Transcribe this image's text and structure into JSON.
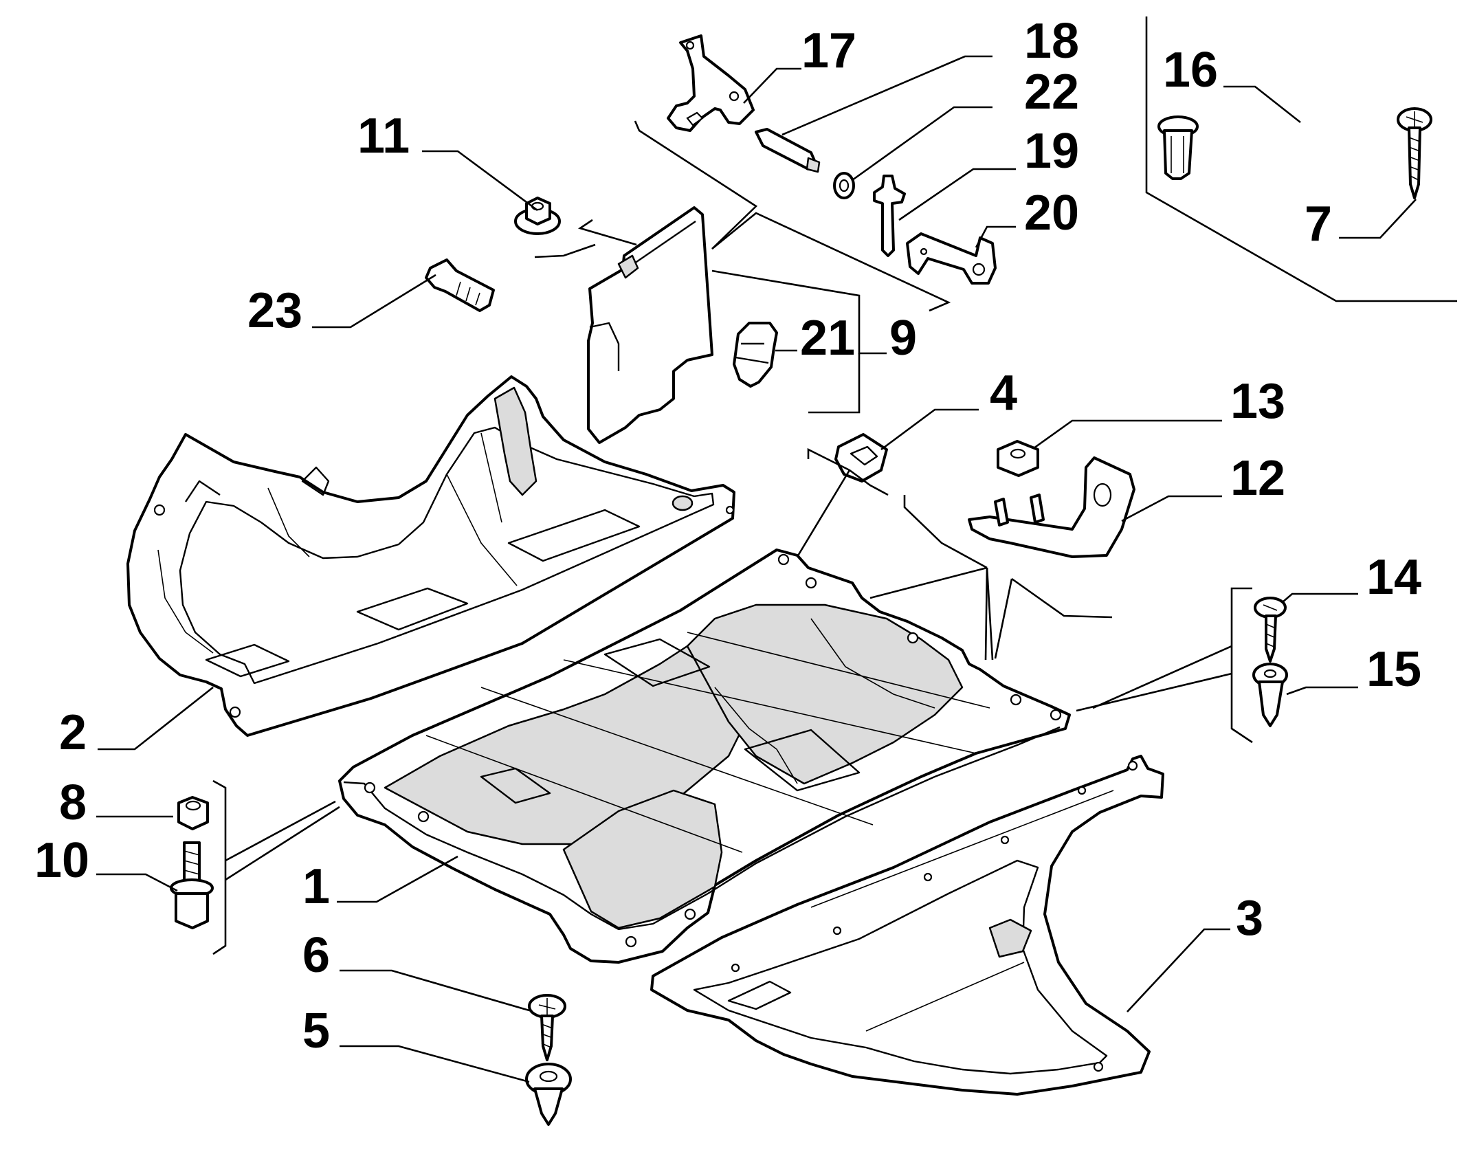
{
  "diagram": {
    "labels": {
      "l1": "1",
      "l2": "2",
      "l3": "3",
      "l4": "4",
      "l5": "5",
      "l6": "6",
      "l7": "7",
      "l8": "8",
      "l9": "9",
      "l10": "10",
      "l11": "11",
      "l12": "12",
      "l13": "13",
      "l14": "14",
      "l15": "15",
      "l16": "16",
      "l17": "17",
      "l18": "18",
      "l19": "19",
      "l20": "20",
      "l21": "21",
      "l22": "22",
      "l23": "23"
    }
  }
}
